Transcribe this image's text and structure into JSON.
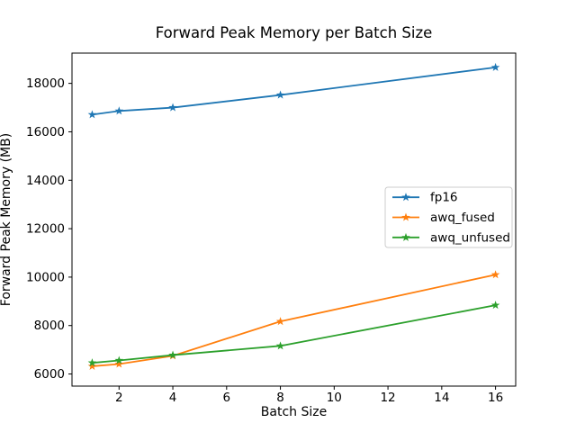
{
  "chart_data": {
    "type": "line",
    "title": "Forward Peak Memory per Batch Size",
    "xlabel": "Batch Size",
    "ylabel": "Forward Peak Memory (MB)",
    "x": [
      1,
      2,
      4,
      8,
      16
    ],
    "xticks": [
      2,
      4,
      6,
      8,
      10,
      12,
      14,
      16
    ],
    "yticks": [
      6000,
      8000,
      10000,
      12000,
      14000,
      16000,
      18000
    ],
    "xlim": [
      0.25,
      16.75
    ],
    "ylim": [
      5500,
      19250
    ],
    "grid": false,
    "marker": "star",
    "legend_position": "center-right",
    "background_color": "#ffffff",
    "spine_color": "#000000",
    "series": [
      {
        "name": "fp16",
        "color": "#1f77b4",
        "values": [
          16710,
          16860,
          17000,
          17520,
          18660
        ]
      },
      {
        "name": "awq_fused",
        "color": "#ff7f0e",
        "values": [
          6320,
          6410,
          6750,
          8170,
          10100
        ]
      },
      {
        "name": "awq_unfused",
        "color": "#2ca02c",
        "values": [
          6460,
          6560,
          6780,
          7160,
          8840
        ]
      }
    ]
  }
}
